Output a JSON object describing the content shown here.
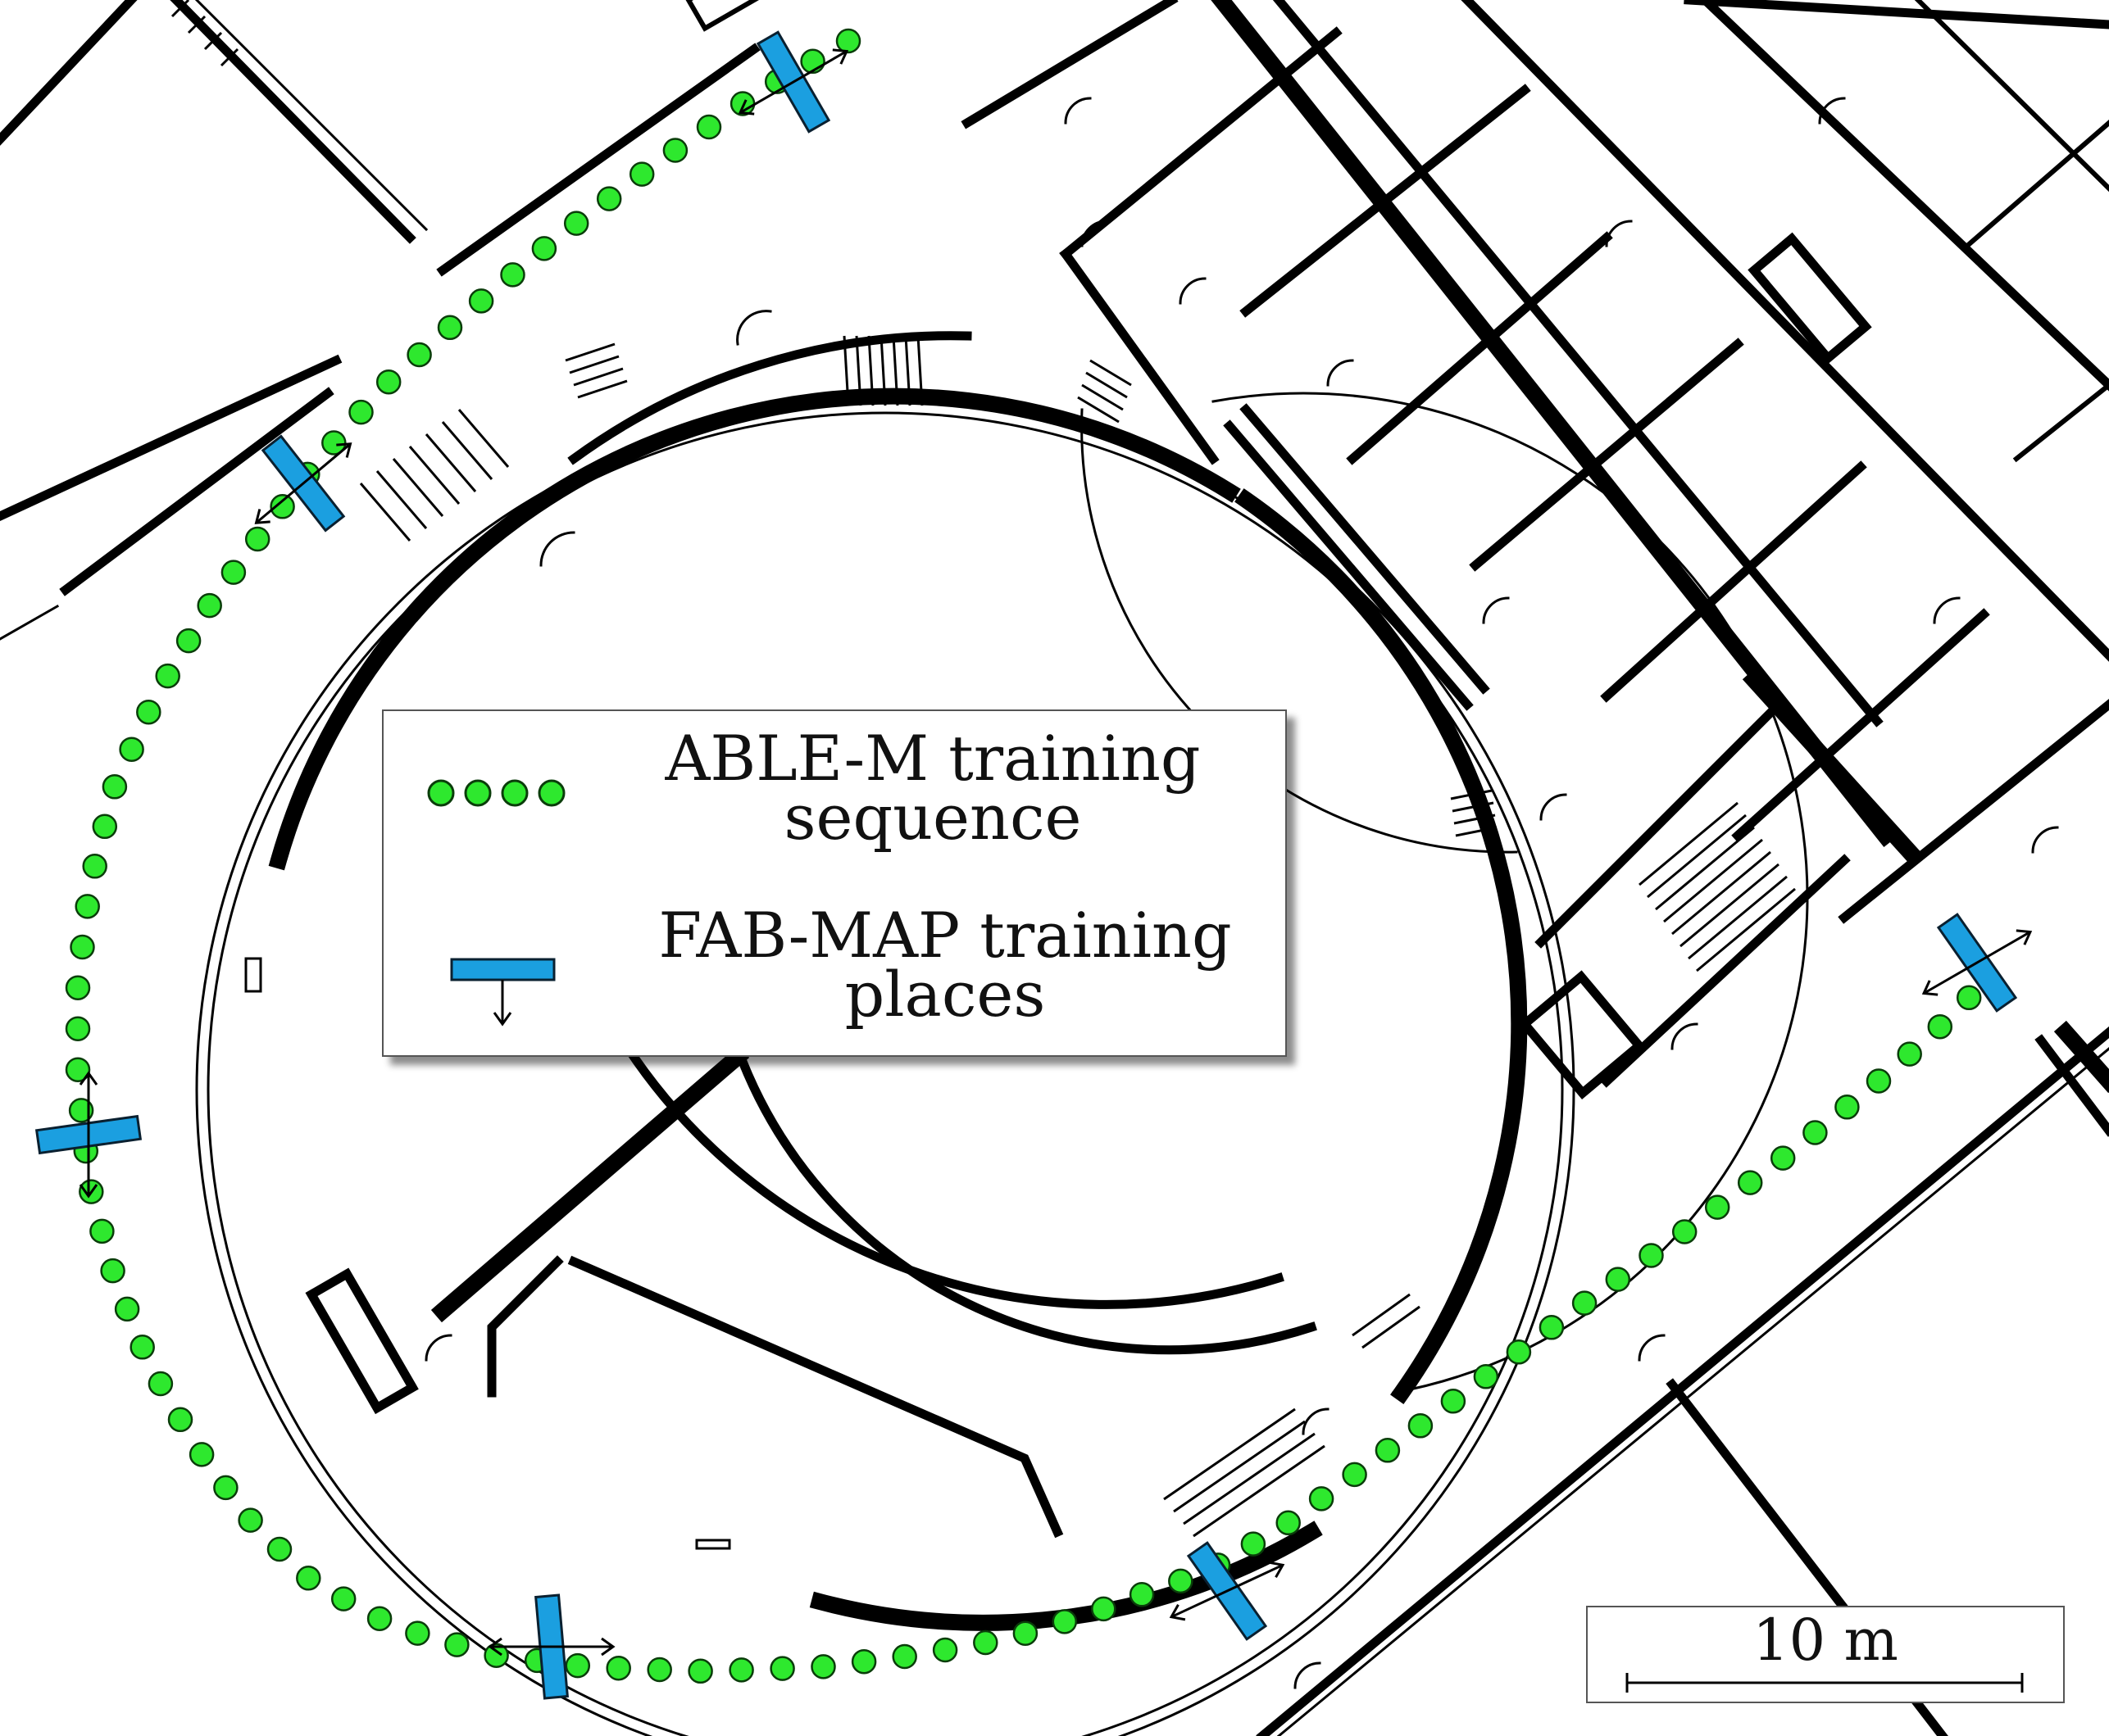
{
  "legend": {
    "able_label_line1": "ABLE-M training",
    "able_label_line2": "sequence",
    "fab_label_line1": "FAB-MAP training",
    "fab_label_line2": "places"
  },
  "scale_bar": {
    "label": "10 m",
    "length_m": 10
  },
  "colors": {
    "sequence_point": "#2ee82e",
    "place_marker": "#1b9fe0",
    "walls": "#000000",
    "background": "#ffffff"
  },
  "icons": [
    "green-dot-icon",
    "place-marker-icon",
    "direction-arrow-icon"
  ]
}
